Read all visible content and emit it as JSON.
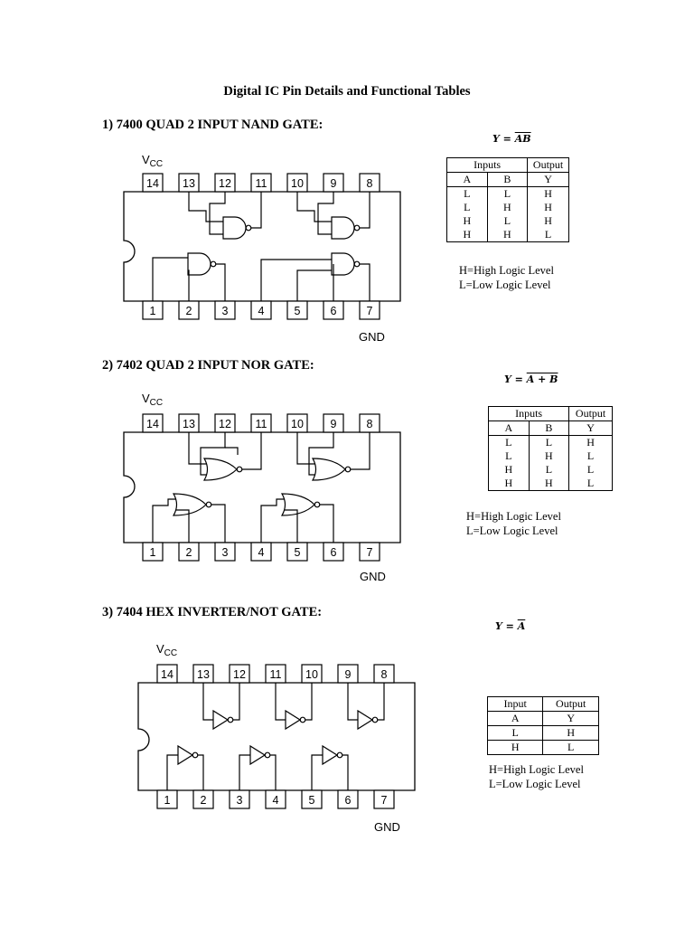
{
  "title": "Digital IC Pin Details and Functional Tables",
  "notes": [
    "H=High Logic Level",
    "L=Low Logic Level"
  ],
  "pins_top": [
    "14",
    "13",
    "12",
    "11",
    "10",
    "9",
    "8"
  ],
  "pins_bottom": [
    "1",
    "2",
    "3",
    "4",
    "5",
    "6",
    "7"
  ],
  "labels": {
    "vcc_main": "V",
    "vcc_sub": "CC",
    "gnd": "GND"
  },
  "eq_prefix": "Y = ",
  "sections": [
    {
      "heading": "1)  7400 QUAD 2 INPUT NAND GATE:",
      "equation": "AB",
      "table": {
        "group_inputs": "Inputs",
        "group_output": "Output",
        "headers": [
          "A",
          "B",
          "Y"
        ],
        "rows": [
          [
            "L",
            "L",
            "H"
          ],
          [
            "L",
            "H",
            "H"
          ],
          [
            "H",
            "L",
            "H"
          ],
          [
            "H",
            "H",
            "L"
          ]
        ]
      }
    },
    {
      "heading": "2)  7402 QUAD 2 INPUT NOR GATE:",
      "equation": "A + B",
      "table": {
        "group_inputs": "Inputs",
        "group_output": "Output",
        "headers": [
          "A",
          "B",
          "Y"
        ],
        "rows": [
          [
            "L",
            "L",
            "H"
          ],
          [
            "L",
            "H",
            "L"
          ],
          [
            "H",
            "L",
            "L"
          ],
          [
            "H",
            "H",
            "L"
          ]
        ]
      }
    },
    {
      "heading": "3)  7404 HEX INVERTER/NOT GATE:",
      "equation": "A",
      "table": {
        "group_inputs": "Input",
        "group_output": "Output",
        "headers": [
          "A",
          "Y"
        ],
        "rows": [
          [
            "L",
            "H"
          ],
          [
            "H",
            "L"
          ]
        ]
      }
    }
  ]
}
